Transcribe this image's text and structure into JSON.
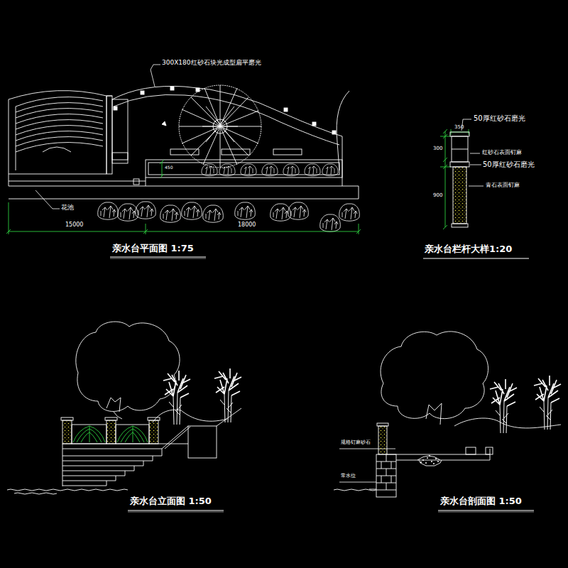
{
  "diagram": {
    "labels": [
      "300X180红砂石块光成型扁平磨光",
      "花池",
      "15000",
      "18000",
      "450",
      "亲水台平面图 1:75",
      "50厚红砂石磨光",
      "350",
      "300",
      "红砂石表面钉麻",
      "50厚红砂石磨光",
      "青石表面钉麻",
      "900",
      "亲水台栏杆大样1:20",
      "亲水台立面图 1:50",
      "规格钉麻砂石",
      "常水位",
      "亲水台剖面图 1:50"
    ]
  }
}
